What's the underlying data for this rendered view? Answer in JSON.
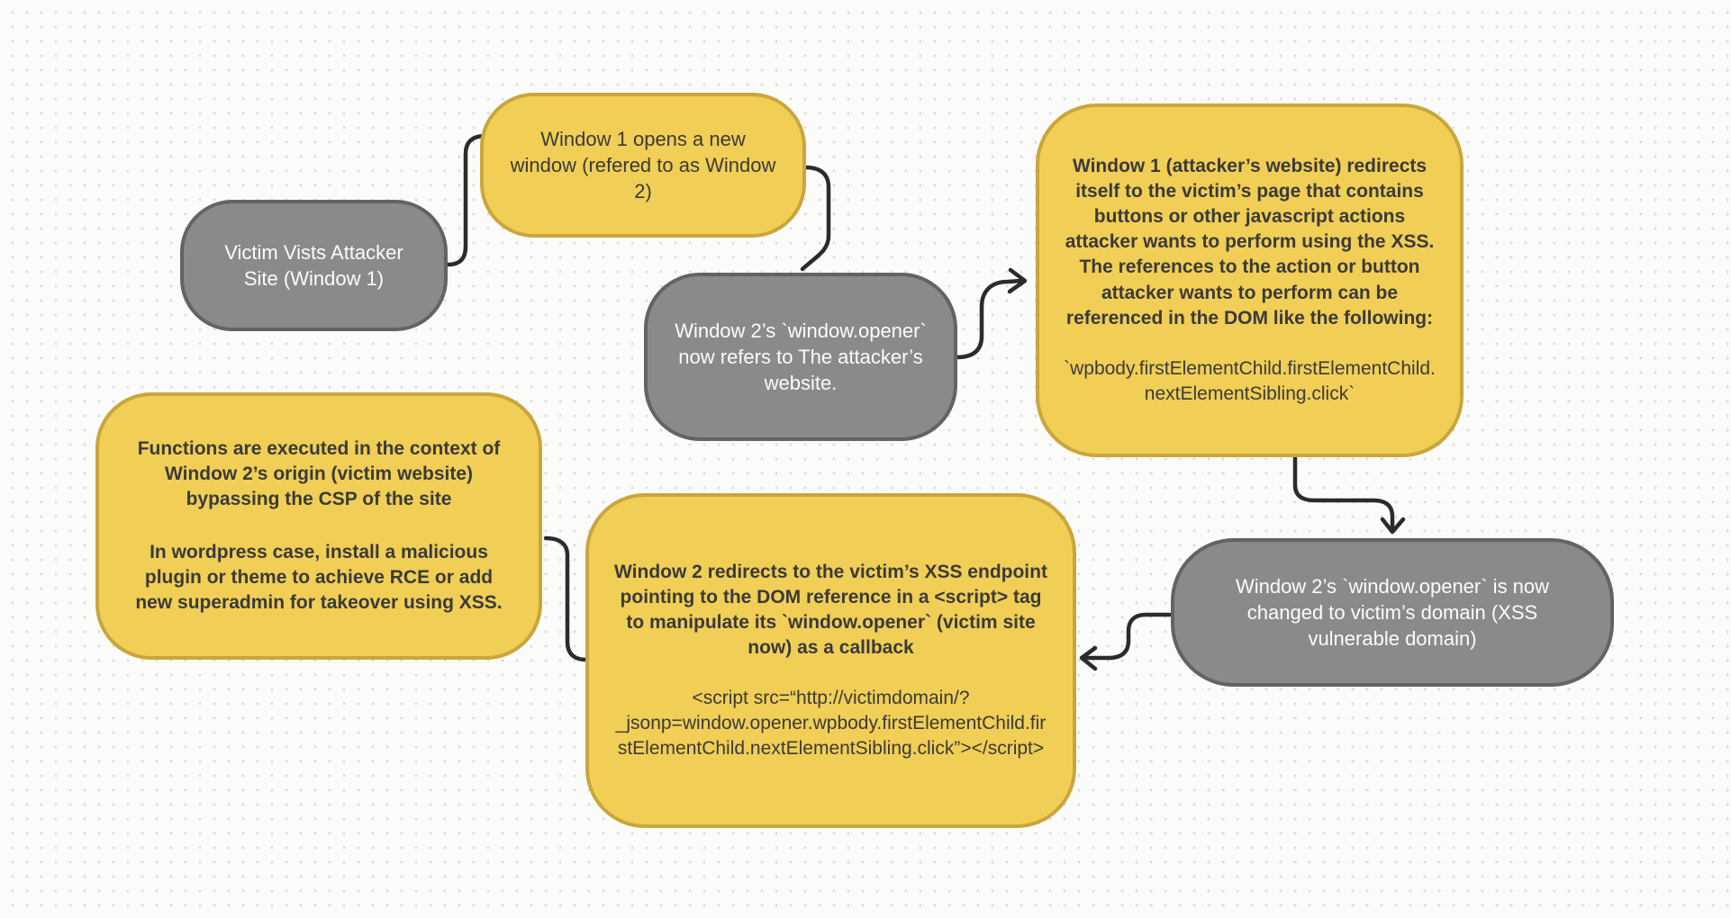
{
  "palette": {
    "background": "#fbfbfa",
    "dot_grid": "#d9d9d9",
    "yellow_fill": "#f1ce55",
    "yellow_stroke": "#c9a63c",
    "gray_fill": "#8a8a8a",
    "gray_stroke": "#636363",
    "connector": "#2b2b2b",
    "text_on_yellow": "#3a3a3a",
    "text_on_gray": "#fcfcfc"
  },
  "nodes": {
    "victim_visits": {
      "text": "Victim Vists Attacker Site (Window 1)"
    },
    "opens_window": {
      "text": "Window 1 opens a new window (refered to as Window 2)"
    },
    "opener_attacker": {
      "text": "Window 2’s `window.opener` now refers to The attacker’s website."
    },
    "redirect_victim": {
      "p1": "Window 1 (attacker’s website) redirects itself to the victim’s page that contains buttons or other javascript actions attacker wants to perform using the XSS. The references to the action or button attacker wants to perform can be  referenced in the DOM like the following:",
      "p2": "`wpbody.firstElementChild.firstElementChild.nextElementSibling.click`"
    },
    "opener_changed": {
      "text": "Window 2’s `window.opener` is now changed to victim’s domain (XSS vulnerable domain)"
    },
    "script_redirect": {
      "p1": "Window 2 redirects to the victim’s XSS endpoint pointing to the DOM reference in a <script> tag to manipulate its `window.opener` (victim site now) as a callback",
      "p2": "<script src=“http://victimdomain/?_jsonp=window.opener.wpbody.firstElementChild.firstElementChild.nextElementSibling.click”></script>"
    },
    "functions_executed": {
      "p1": "Functions are executed in the context of Window 2’s origin (victim website) bypassing the CSP of the site",
      "p2": "In wordpress case, install a malicious plugin or theme to achieve RCE or add new superadmin for takeover using XSS."
    }
  }
}
